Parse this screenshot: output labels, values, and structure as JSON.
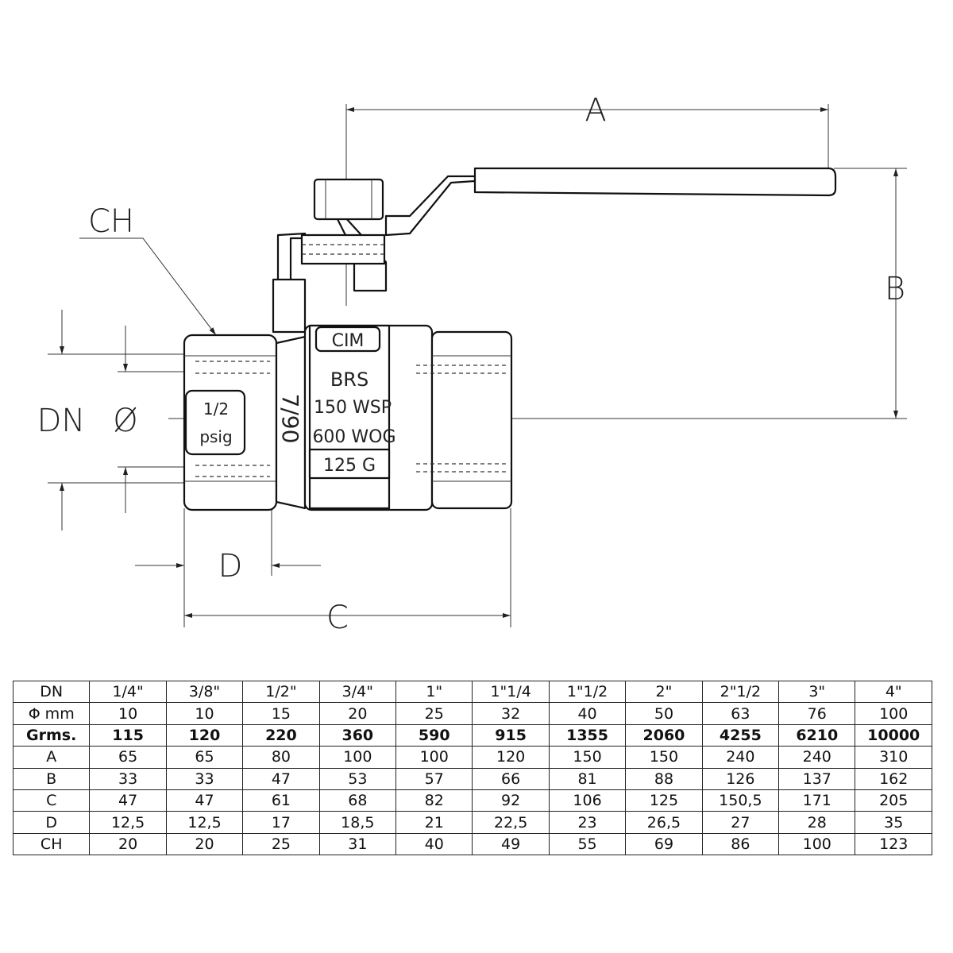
{
  "drawing": {
    "dim_labels": {
      "A": "A",
      "B": "B",
      "C": "C",
      "D": "D",
      "CH": "CH",
      "DN": "DN",
      "phi": "Ø"
    },
    "body_marks": {
      "brand": "CIM",
      "material": "BRS",
      "rating_wsp": "150  WSP",
      "rating_wog": "600  WOG",
      "rating_g": "125  G",
      "size": "1/2",
      "unit": "psig",
      "model": "7/90"
    }
  },
  "table": {
    "rows": [
      {
        "label": "DN",
        "bold": false,
        "values": [
          "1/4\"",
          "3/8\"",
          "1/2\"",
          "3/4\"",
          "1\"",
          "1\"1/4",
          "1\"1/2",
          "2\"",
          "2\"1/2",
          "3\"",
          "4\""
        ]
      },
      {
        "label": "Φ mm",
        "bold": false,
        "values": [
          "10",
          "10",
          "15",
          "20",
          "25",
          "32",
          "40",
          "50",
          "63",
          "76",
          "100"
        ]
      },
      {
        "label": "Grms.",
        "bold": true,
        "values": [
          "115",
          "120",
          "220",
          "360",
          "590",
          "915",
          "1355",
          "2060",
          "4255",
          "6210",
          "10000"
        ]
      },
      {
        "label": "A",
        "bold": false,
        "values": [
          "65",
          "65",
          "80",
          "100",
          "100",
          "120",
          "150",
          "150",
          "240",
          "240",
          "310"
        ]
      },
      {
        "label": "B",
        "bold": false,
        "values": [
          "33",
          "33",
          "47",
          "53",
          "57",
          "66",
          "81",
          "88",
          "126",
          "137",
          "162"
        ]
      },
      {
        "label": "C",
        "bold": false,
        "values": [
          "47",
          "47",
          "61",
          "68",
          "82",
          "92",
          "106",
          "125",
          "150,5",
          "171",
          "205"
        ]
      },
      {
        "label": "D",
        "bold": false,
        "values": [
          "12,5",
          "12,5",
          "17",
          "18,5",
          "21",
          "22,5",
          "23",
          "26,5",
          "27",
          "28",
          "35"
        ]
      },
      {
        "label": "CH",
        "bold": false,
        "values": [
          "20",
          "20",
          "25",
          "31",
          "40",
          "49",
          "55",
          "69",
          "86",
          "100",
          "123"
        ]
      }
    ]
  }
}
